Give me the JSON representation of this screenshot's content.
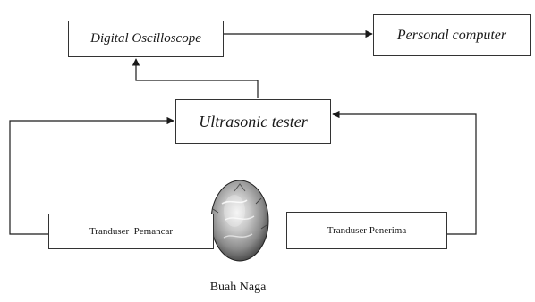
{
  "diagram": {
    "digital_oscilloscope": "Digital Oscilloscope",
    "personal_computer": "Personal computer",
    "ultrasonic_tester": "Ultrasonic tester",
    "transducer_transmitter": "Tranduser  Pemancar",
    "transducer_receiver": "Tranduser Penerima",
    "fruit_label": "Buah Naga"
  }
}
